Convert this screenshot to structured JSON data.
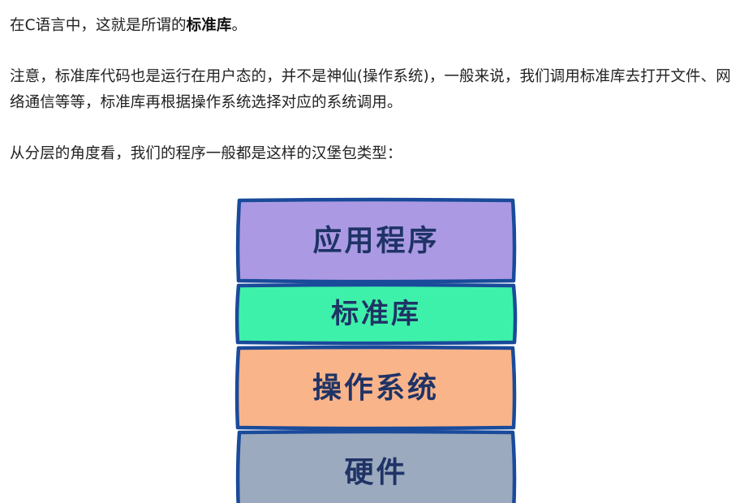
{
  "paragraphs": {
    "p1_prefix": "在C语言中，这就是所谓的",
    "p1_bold": "标准库",
    "p1_suffix": "。",
    "p2": "注意，标准库代码也是运行在用户态的，并不是神仙(操作系统)，一般来说，我们调用标准库去打开文件、网络通信等等，标准库再根据操作系统选择对应的系统调用。",
    "p3": "从分层的角度看，我们的程序一般都是这样的汉堡包类型："
  },
  "diagram": {
    "layers": [
      {
        "label": "应用程序",
        "fill": "#ab9ae3"
      },
      {
        "label": "标准库",
        "fill": "#3ef1aa"
      },
      {
        "label": "操作系统",
        "fill": "#f9b48a"
      },
      {
        "label": "硬件",
        "fill": "#9baabe"
      }
    ],
    "border_color": "#1a4a9a",
    "text_color": "#1f3366"
  }
}
